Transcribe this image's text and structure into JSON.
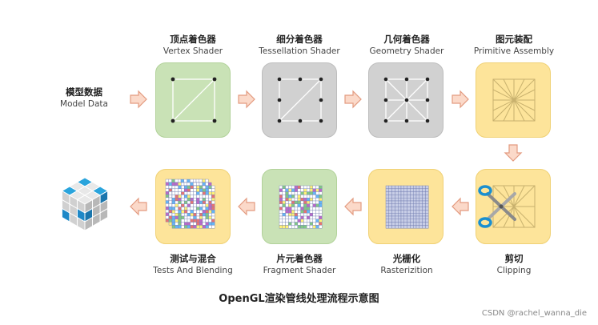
{
  "pipeline": {
    "model_data": {
      "zh": "模型数据",
      "en": "Model Data"
    },
    "vertex": {
      "zh": "顶点着色器",
      "en": "Vertex Shader"
    },
    "tessellation": {
      "zh": "细分着色器",
      "en": "Tessellation Shader"
    },
    "geometry": {
      "zh": "几何着色器",
      "en": "Geometry Shader"
    },
    "primitive": {
      "zh": "图元装配",
      "en": "Primitive Assembly"
    },
    "clipping": {
      "zh": "剪切",
      "en": "Clipping"
    },
    "raster": {
      "zh": "光栅化",
      "en": "Rasterizition"
    },
    "fragment": {
      "zh": "片元着色器",
      "en": "Fragment Shader"
    },
    "tests": {
      "zh": "测试与混合",
      "en": "Tests And Blending"
    }
  },
  "title": "OpenGL渲染管线处理流程示意图",
  "watermark": "CSDN @rachel_wanna_die",
  "colors": {
    "green": "#c9e2b6",
    "gray": "#d1d1d1",
    "yellow": "#fde49a",
    "arrow_fill": "#fbd9c9",
    "arrow_stroke": "#e39b80",
    "cube_blue": "#2aa4dc",
    "cube_gray": "#d0d0d0"
  }
}
